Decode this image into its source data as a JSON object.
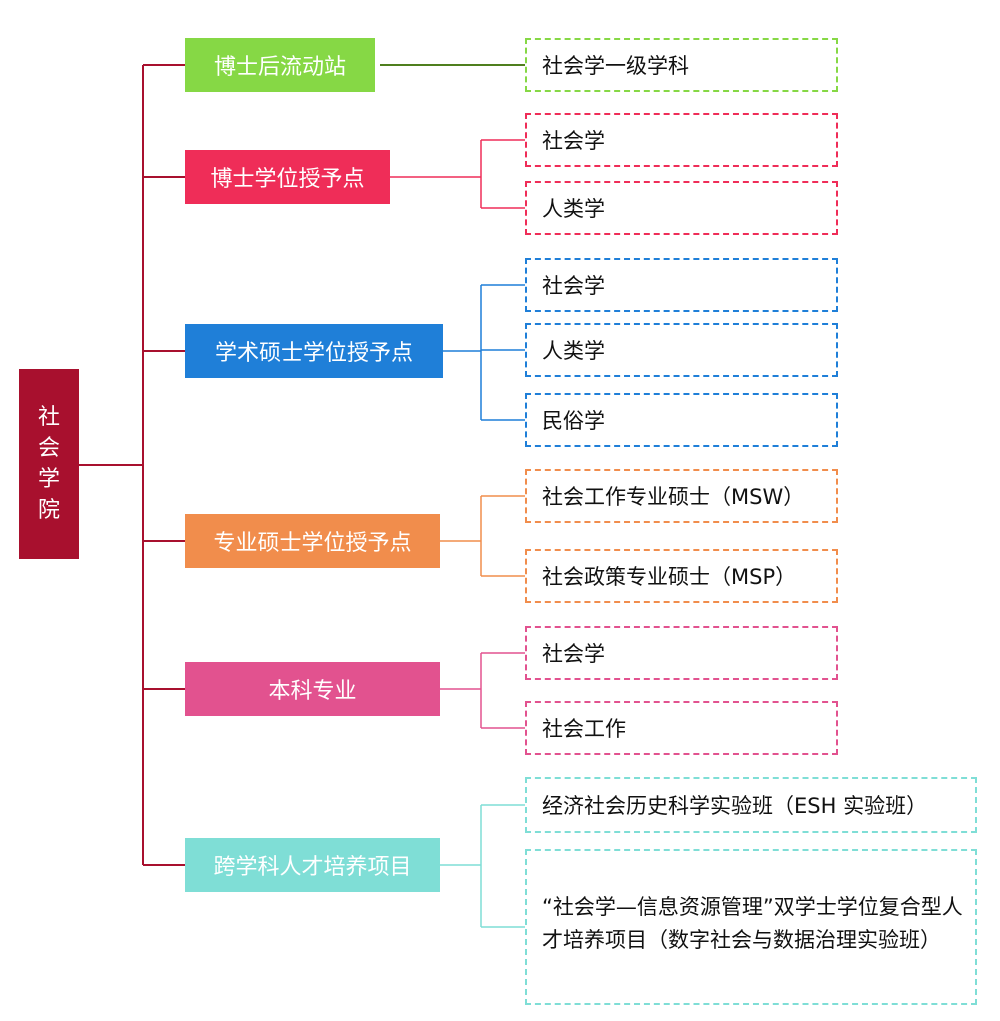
{
  "root": {
    "label": "社会学院",
    "color": "#a8102e"
  },
  "categories": [
    {
      "label": "博士后流动站",
      "color": "#86d845",
      "items": [
        "社会学一级学科"
      ]
    },
    {
      "label": "博士学位授予点",
      "color": "#ef2d58",
      "items": [
        "社会学",
        "人类学"
      ]
    },
    {
      "label": "学术硕士学位授予点",
      "color": "#1f7fd8",
      "items": [
        "社会学",
        "人类学",
        "民俗学"
      ]
    },
    {
      "label": "专业硕士学位授予点",
      "color": "#f18d4c",
      "items": [
        "社会工作专业硕士（MSW）",
        "社会政策专业硕士（MSP）"
      ]
    },
    {
      "label": "本科专业",
      "color": "#e2528f",
      "items": [
        "社会学",
        "社会工作"
      ]
    },
    {
      "label": "跨学科人才培养项目",
      "color": "#7fded6",
      "items": [
        "经济社会历史科学实验班（ESH  实验班）",
        "“社会学—信息资源管理”双学士学位复合型人才培养项目（数字社会与数据治理实验班）"
      ]
    }
  ],
  "colors": {
    "trunk_line": "#a8102e",
    "postdoc_line": "#4f7f1e",
    "postdoc_border": "#86d845",
    "doctoral_border": "#ef2d58",
    "academic_border": "#1f7fd8",
    "professional_border": "#f18d4c",
    "undergrad_border": "#e2528f",
    "interdisciplinary_border": "#7fded6"
  }
}
